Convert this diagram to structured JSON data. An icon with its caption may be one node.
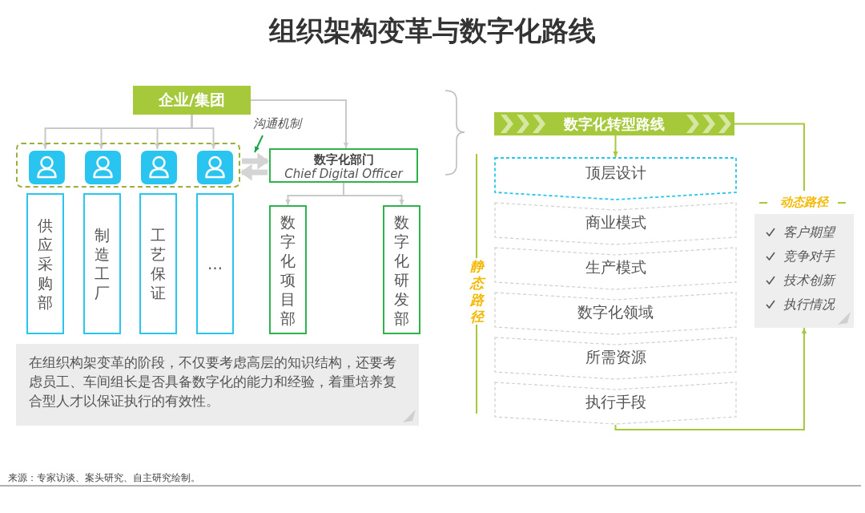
{
  "diagram": {
    "title": "组织架构变革与数字化路线",
    "nodes": [
      {
        "text": [
          "企业/集团"
        ]
      },
      {
        "text": [],
        "shape": "box"
      },
      {
        "text": [],
        "shape": "person",
        "in": 1
      },
      {
        "text": [],
        "shape": "person",
        "in": 1
      },
      {
        "text": [],
        "shape": "person",
        "in": 1
      },
      {
        "text": [],
        "shape": "person",
        "in": 1
      },
      {
        "text": [
          "沟通机制"
        ]
      },
      {
        "text": [
          "数字化部门",
          "Chief Digital Officer"
        ]
      },
      {
        "text": [
          "供应采购部"
        ]
      },
      {
        "text": [
          "制造工厂"
        ]
      },
      {
        "text": [
          "工艺保证"
        ]
      },
      {
        "text": [
          "…"
        ]
      },
      {
        "text": [
          "数字化项目部"
        ]
      },
      {
        "text": [
          "数字化研发部"
        ]
      },
      {
        "text": [
          "在组织构架变革的阶段，不仅要考虑高层的知识结构，还要考虑员工、车间组长是否具备数字化的能力和经验，着重培养复合型人才以保证执行的有效性。"
        ]
      },
      {
        "text": [
          "数字化转型路线"
        ]
      },
      {
        "text": [
          "顶层设计"
        ]
      },
      {
        "text": [
          "商业模式"
        ]
      },
      {
        "text": [
          "生产模式"
        ]
      },
      {
        "text": [
          "数字化领域"
        ]
      },
      {
        "text": [
          "所需资源"
        ]
      },
      {
        "text": [
          "执行手段"
        ]
      },
      {
        "text": [
          "动态路径",
          "客户期望",
          "竞争对手",
          "技术创新",
          "执行情况"
        ]
      }
    ],
    "edges": [
      {
        "from": 0,
        "to": 2,
        "arrow": "to"
      },
      {
        "from": 0,
        "to": 3,
        "arrow": "to"
      },
      {
        "from": 0,
        "to": 4,
        "arrow": "to"
      },
      {
        "from": 0,
        "to": 5,
        "arrow": "to"
      },
      {
        "from": 0,
        "to": 7,
        "arrow": "to"
      },
      {
        "from": 1,
        "to": 7,
        "arrow": "to",
        "style": "thick"
      },
      {
        "from": 7,
        "to": 1,
        "arrow": "to",
        "style": "thick"
      },
      {
        "from": 7,
        "to": 12,
        "arrow": "to"
      },
      {
        "from": 7,
        "to": 13,
        "arrow": "to"
      },
      {
        "from": 6,
        "to": null,
        "arrow": "to",
        "color": "#1aa34a"
      },
      {
        "from": 15,
        "to": 16,
        "arrow": "to",
        "color": "#a5c93a"
      },
      {
        "from": 15,
        "to": 22,
        "arrow": "none",
        "color": "#a5c93a"
      },
      {
        "from": 21,
        "to": 22,
        "arrow": "to",
        "color": "#a5c93a"
      }
    ],
    "labels": [
      "静态路径",
      "来源：专家访谈、案头研究、自主研究绘制。"
    ]
  }
}
